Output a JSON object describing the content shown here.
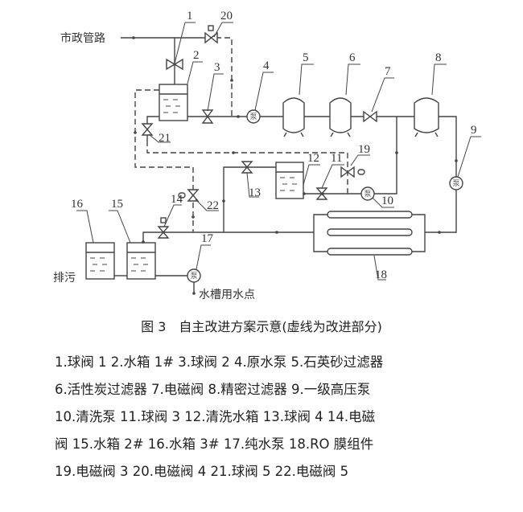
{
  "diagram": {
    "inlet_label": "市政管路",
    "drain_label": "排污",
    "outlet_label": "水槽用水点",
    "pump_glyph": "泵",
    "numbers": [
      "1",
      "2",
      "3",
      "4",
      "5",
      "6",
      "7",
      "8",
      "9",
      "10",
      "11",
      "12",
      "13",
      "14",
      "15",
      "16",
      "17",
      "18",
      "19",
      "20",
      "21",
      "22"
    ]
  },
  "caption": "图 3　自主改进方案示意(虚线为改进部分)",
  "legend_lines": [
    "1.球阀 1  2.水箱 1#  3.球阀 2  4.原水泵  5.石英砂过滤器",
    "6.活性炭过滤器  7.电磁阀  8.精密过滤器  9.一级高压泵",
    "10.清洗泵   11.球阀 3  12.清洗水箱  13.球阀 4  14.电磁",
    "阀  15.水箱 2#  16.水箱 3#  17.纯水泵  18.RO 膜组件",
    "19.电磁阀 3  20.电磁阀 4  21.球阀 5  22.电磁阀 5"
  ]
}
